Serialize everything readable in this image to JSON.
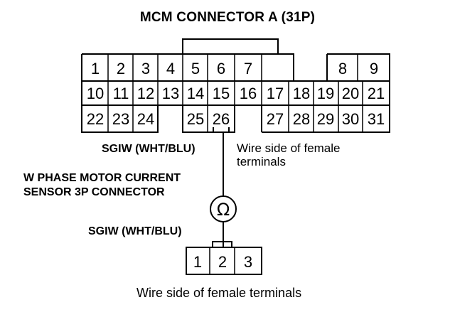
{
  "title": "MCM CONNECTOR A (31P)",
  "connector_a": {
    "row1": [
      "1",
      "2",
      "3",
      "4",
      "5",
      "6",
      "7",
      "8",
      "9"
    ],
    "row2": [
      "10",
      "11",
      "12",
      "13",
      "14",
      "15",
      "16",
      "17",
      "18",
      "19",
      "20",
      "21"
    ],
    "row3": [
      "22",
      "23",
      "24",
      "25",
      "26",
      "27",
      "28",
      "29",
      "30",
      "31"
    ],
    "highlighted_pin": "26"
  },
  "wire_label_top": "SGIW (WHT/BLU)",
  "wire_side_note_right": [
    "Wire side of female",
    "terminals"
  ],
  "sensor_name": [
    "W PHASE MOTOR CURRENT",
    "SENSOR 3P CONNECTOR"
  ],
  "ohmmeter_symbol": "Ω",
  "wire_label_bottom": "SGIW (WHT/BLU)",
  "connector_3p": {
    "pins": [
      "1",
      "2",
      "3"
    ],
    "highlighted_pin": "2"
  },
  "wire_side_note_bottom": "Wire side of female terminals"
}
